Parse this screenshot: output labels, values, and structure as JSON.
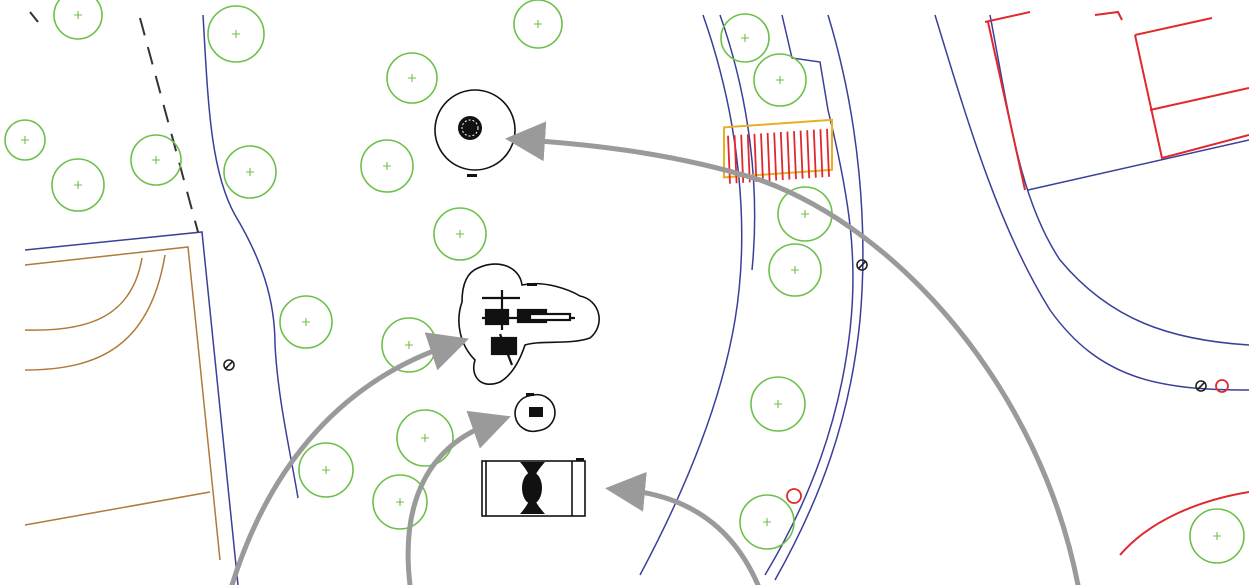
{
  "colors": {
    "background": "#ffffff",
    "tree": "#6cc04a",
    "path_edge": "#3a3f9a",
    "property_line": "#e0292e",
    "brown_line": "#b07a3a",
    "arrow": "#9a9a9a",
    "equipment": "#111111",
    "crosswalk_hatch": "#e0292e",
    "crosswalk_border": "#e8b020"
  },
  "icons": {
    "tree": "tree-icon",
    "utility": "utility-marker-icon",
    "hydrant": "hydrant-icon"
  },
  "elements": {
    "trees": "trees",
    "footpaths": "footpaths",
    "property_lines": "property-lines",
    "equipment": [
      "round-spinner",
      "play-structure",
      "spring-rider",
      "swing-set"
    ],
    "callout_arrows": 4
  }
}
